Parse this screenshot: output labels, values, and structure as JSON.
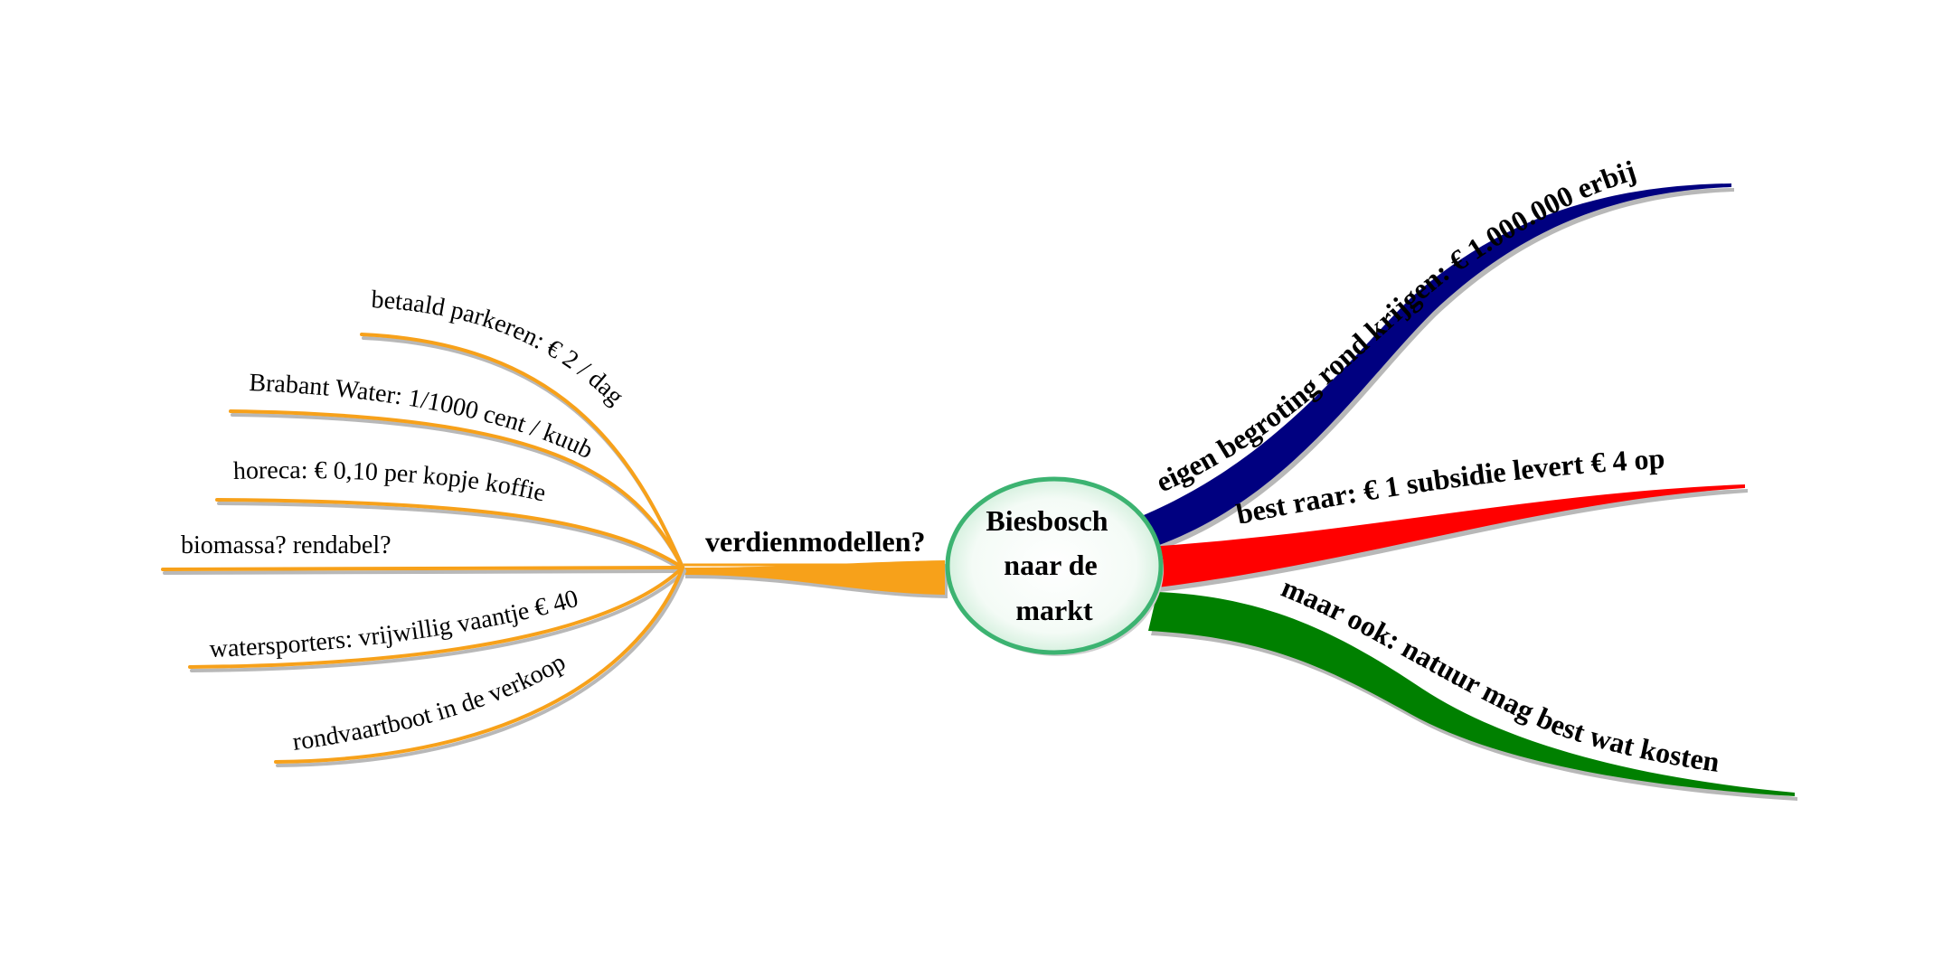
{
  "central": {
    "lines": [
      "Biesbosch",
      "naar de",
      "markt"
    ]
  },
  "branches": {
    "verdienmodellen": {
      "label": "verdienmodellen?",
      "color": "#f7a11a",
      "children": [
        "betaald parkeren: € 2 / dag",
        "Brabant Water: 1/1000 cent / kuub",
        "horeca: € 0,10 per kopje koffie",
        "biomassa? rendabel?",
        "watersporters: vrijwillig vaantje € 40",
        "rondvaartboot in de verkoop"
      ]
    },
    "begroting": {
      "label": "eigen begroting rond krijgen: € 1.000.000 erbij",
      "color": "#000080"
    },
    "subsidie": {
      "label": "best raar: € 1 subsidie levert € 4 op",
      "color": "#ff0000"
    },
    "natuur": {
      "label": "maar ook: natuur mag best wat kosten",
      "color": "#008000"
    }
  },
  "colors": {
    "central_stroke": "#3cb371",
    "shadow": "#b8b8b8"
  }
}
